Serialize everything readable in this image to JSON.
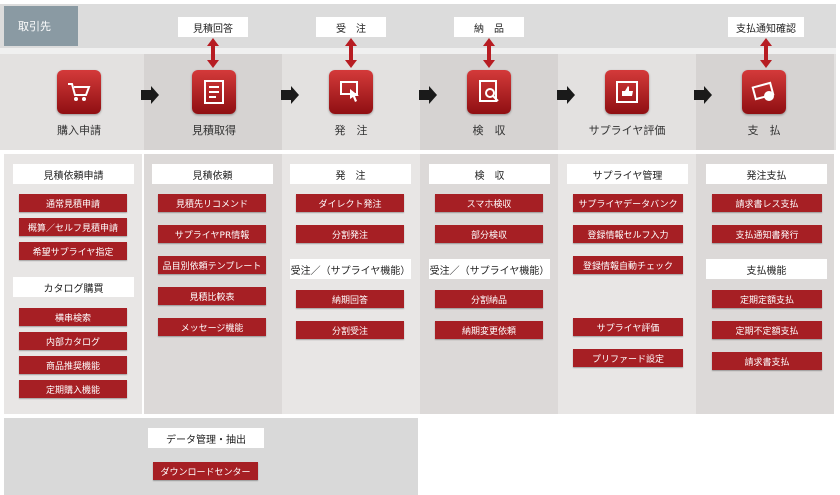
{
  "supplier_tab": "取引先",
  "top_labels": [
    "見積回答",
    "受　注",
    "納　品",
    "支払通知確認"
  ],
  "steps": [
    {
      "label": "購入申請",
      "icon": "shopping-cart-icon"
    },
    {
      "label": "見積取得",
      "icon": "document-list-icon"
    },
    {
      "label": "発　注",
      "icon": "touch-order-icon"
    },
    {
      "label": "検　収",
      "icon": "inspection-icon"
    },
    {
      "label": "サプライヤ評価",
      "icon": "rating-icon"
    },
    {
      "label": "支　払",
      "icon": "payment-icon"
    }
  ],
  "col1": {
    "header": "見積依頼申請",
    "items": [
      "通常見積申請",
      "概算／セルフ見積申請",
      "希望サプライヤ指定"
    ],
    "header2": "カタログ購買",
    "items2": [
      "横串検索",
      "内部カタログ",
      "商品推奨機能",
      "定期購入機能"
    ]
  },
  "col2": {
    "header": "見積依頼",
    "items": [
      "見積先リコメンド",
      "サプライヤPR情報",
      "品目別依頼テンプレート",
      "見積比較表",
      "メッセージ機能"
    ]
  },
  "col3": {
    "header": "発　注",
    "items": [
      "ダイレクト発注",
      "分割発注"
    ],
    "header2": "受注／（サプライヤ機能）",
    "items2": [
      "納期回答",
      "分割受注"
    ]
  },
  "col4": {
    "header": "検　収",
    "items": [
      "スマホ検収",
      "部分検収"
    ],
    "header2": "受注／（サプライヤ機能）",
    "items2": [
      "分割納品",
      "納期変更依頼"
    ]
  },
  "col5": {
    "header": "サプライヤ管理",
    "items": [
      "サプライヤデータバンク",
      "登録情報セルフ入力",
      "登録情報自動チェック"
    ],
    "items2": [
      "サプライヤ評価",
      "プリファード設定"
    ]
  },
  "col6": {
    "header": "発注支払",
    "items": [
      "請求書レス支払",
      "支払通知書発行"
    ],
    "header2": "支払機能",
    "items2": [
      "定期定額支払",
      "定期不定額支払",
      "請求書支払"
    ]
  },
  "bottom": {
    "header": "データ管理・抽出",
    "button": "ダウンロードセンター"
  },
  "colors": {
    "accent": "#a61f24",
    "tab": "#8a9aa3"
  }
}
